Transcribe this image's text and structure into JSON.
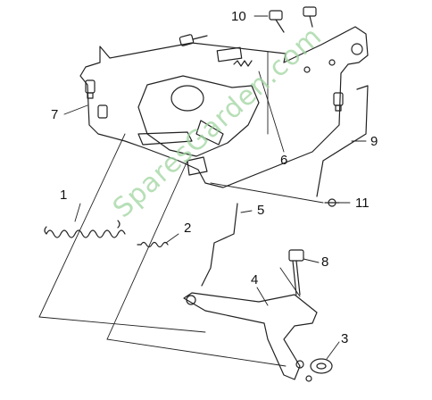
{
  "watermark": "SparesGarden.com",
  "labels": {
    "p1": "1",
    "p2": "2",
    "p3": "3",
    "p4": "4",
    "p5": "5",
    "p6": "6",
    "p7": "7",
    "p8": "8",
    "p9": "9",
    "p10": "10",
    "p11": "11"
  },
  "colors": {
    "line": "#222222",
    "watermark": "#9fd59f"
  }
}
